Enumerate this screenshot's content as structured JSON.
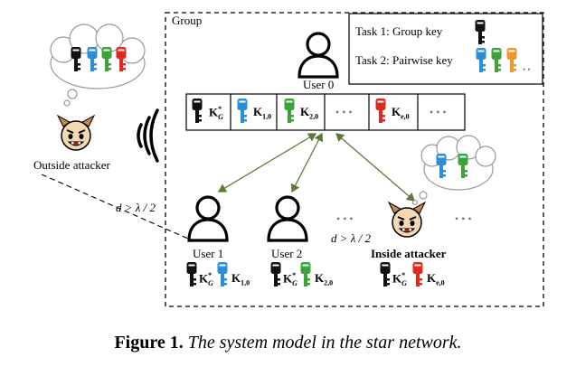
{
  "group_label": "Group",
  "legend": {
    "task1": "Task 1: Group key",
    "task2": "Task 2: Pairwise key"
  },
  "user0_label": "User 0",
  "user1_label": "User 1",
  "user2_label": "User 2",
  "outside_attacker_label": "Outside attacker",
  "inside_attacker_label": "Inside attacker",
  "distance_label_1": "d > λ / 2",
  "distance_label_2": "d > λ / 2",
  "key_table": {
    "k_group": {
      "base": "K",
      "sup": "*",
      "sub": "G"
    },
    "k_10": {
      "base": "K",
      "sub": "1,0"
    },
    "k_20": {
      "base": "K",
      "sub": "2,0"
    },
    "dots1": "• • •",
    "k_e0": {
      "base": "K",
      "sub": "e,0"
    },
    "dots2": "• • •"
  },
  "user1_keys": {
    "group": {
      "base": "K",
      "sup": "*",
      "sub": "G"
    },
    "pair": {
      "base": "K",
      "sub": "1,0"
    }
  },
  "user2_keys": {
    "group": {
      "base": "K",
      "sup": "*",
      "sub": "G"
    },
    "pair": {
      "base": "K",
      "sub": "2,0"
    }
  },
  "inside_keys": {
    "group": {
      "base": "K",
      "sup": "*",
      "sub": "G"
    },
    "pair": {
      "base": "K",
      "sub": "e,0"
    }
  },
  "mid_dots": "• • •",
  "right_dots": "• • •",
  "caption": {
    "figure": "Figure 1.",
    "text": "The system model in the star network."
  },
  "colors": {
    "black_key": "#111111",
    "blue_key": "#2a8fd6",
    "green_key": "#3aa43a",
    "red_key": "#e02a20",
    "orange_key": "#f0962e",
    "arrow": "#5c7a3a"
  }
}
